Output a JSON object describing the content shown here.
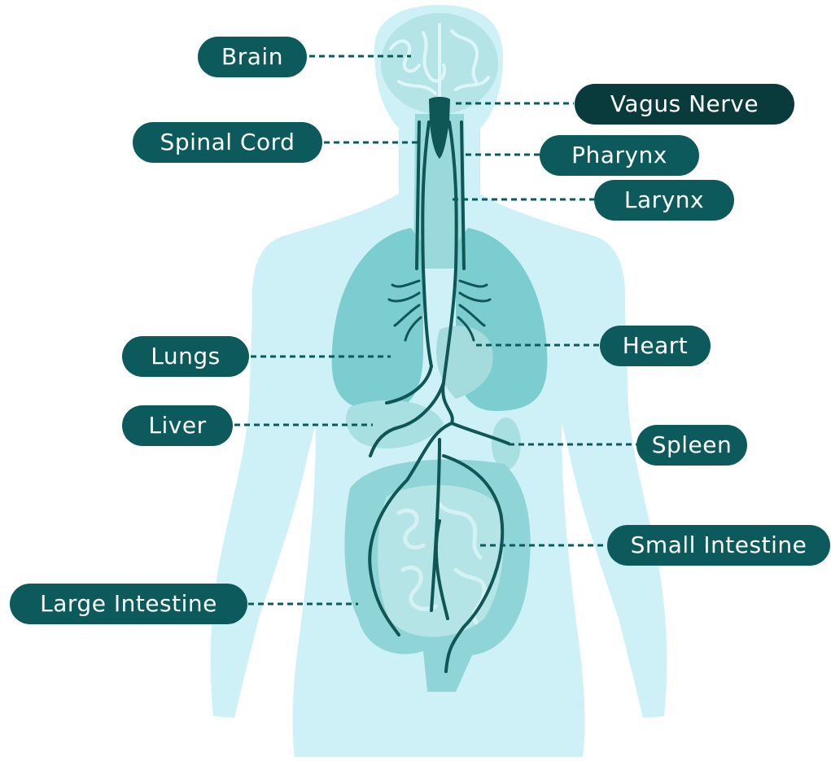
{
  "labels": {
    "brain": "Brain",
    "vagus_nerve": "Vagus Nerve",
    "spinal_cord": "Spinal Cord",
    "pharynx": "Pharynx",
    "larynx": "Larynx",
    "lungs": "Lungs",
    "heart": "Heart",
    "liver": "Liver",
    "spleen": "Spleen",
    "small_intestine": "Small Intestine",
    "large_intestine": "Large Intestine"
  },
  "colors": {
    "body": "#cdf1f6",
    "organ": "#9ad9db",
    "organ_light": "#b4e4e6",
    "nerve": "#0f5656",
    "label_bg": "#0c5a5b",
    "label_highlight": "#0a3b3c",
    "label_text": "#ffffff"
  }
}
